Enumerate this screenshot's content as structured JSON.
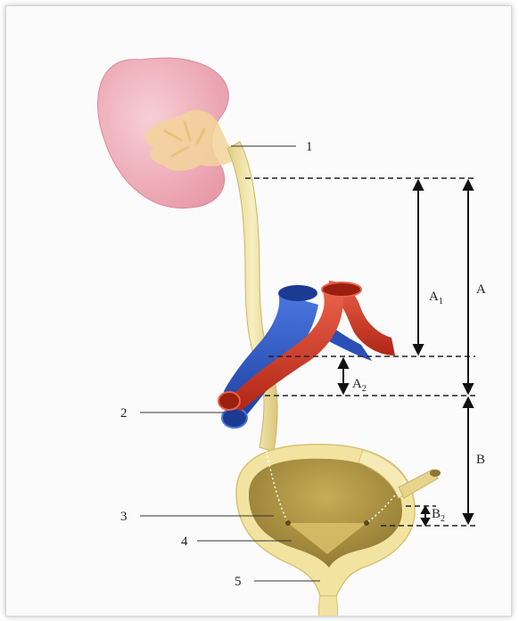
{
  "labels": {
    "l1": "1",
    "l2": "2",
    "l3": "3",
    "l4": "4",
    "l5": "5"
  },
  "dimensions": {
    "A": "A",
    "A1_main": "A",
    "A1_sub": "1",
    "A2_main": "A",
    "A2_sub": "2",
    "B": "B",
    "B2_main": "B",
    "B2_sub": "2"
  },
  "colors": {
    "kidney": "#f2b7c1",
    "pelvis": "#f6dca6",
    "ureter": "#efe3a8",
    "artery": "#d83a22",
    "vein": "#2b55c8",
    "bladder_wall": "#f1e29a",
    "bladder_inside": "#b39a4a"
  }
}
